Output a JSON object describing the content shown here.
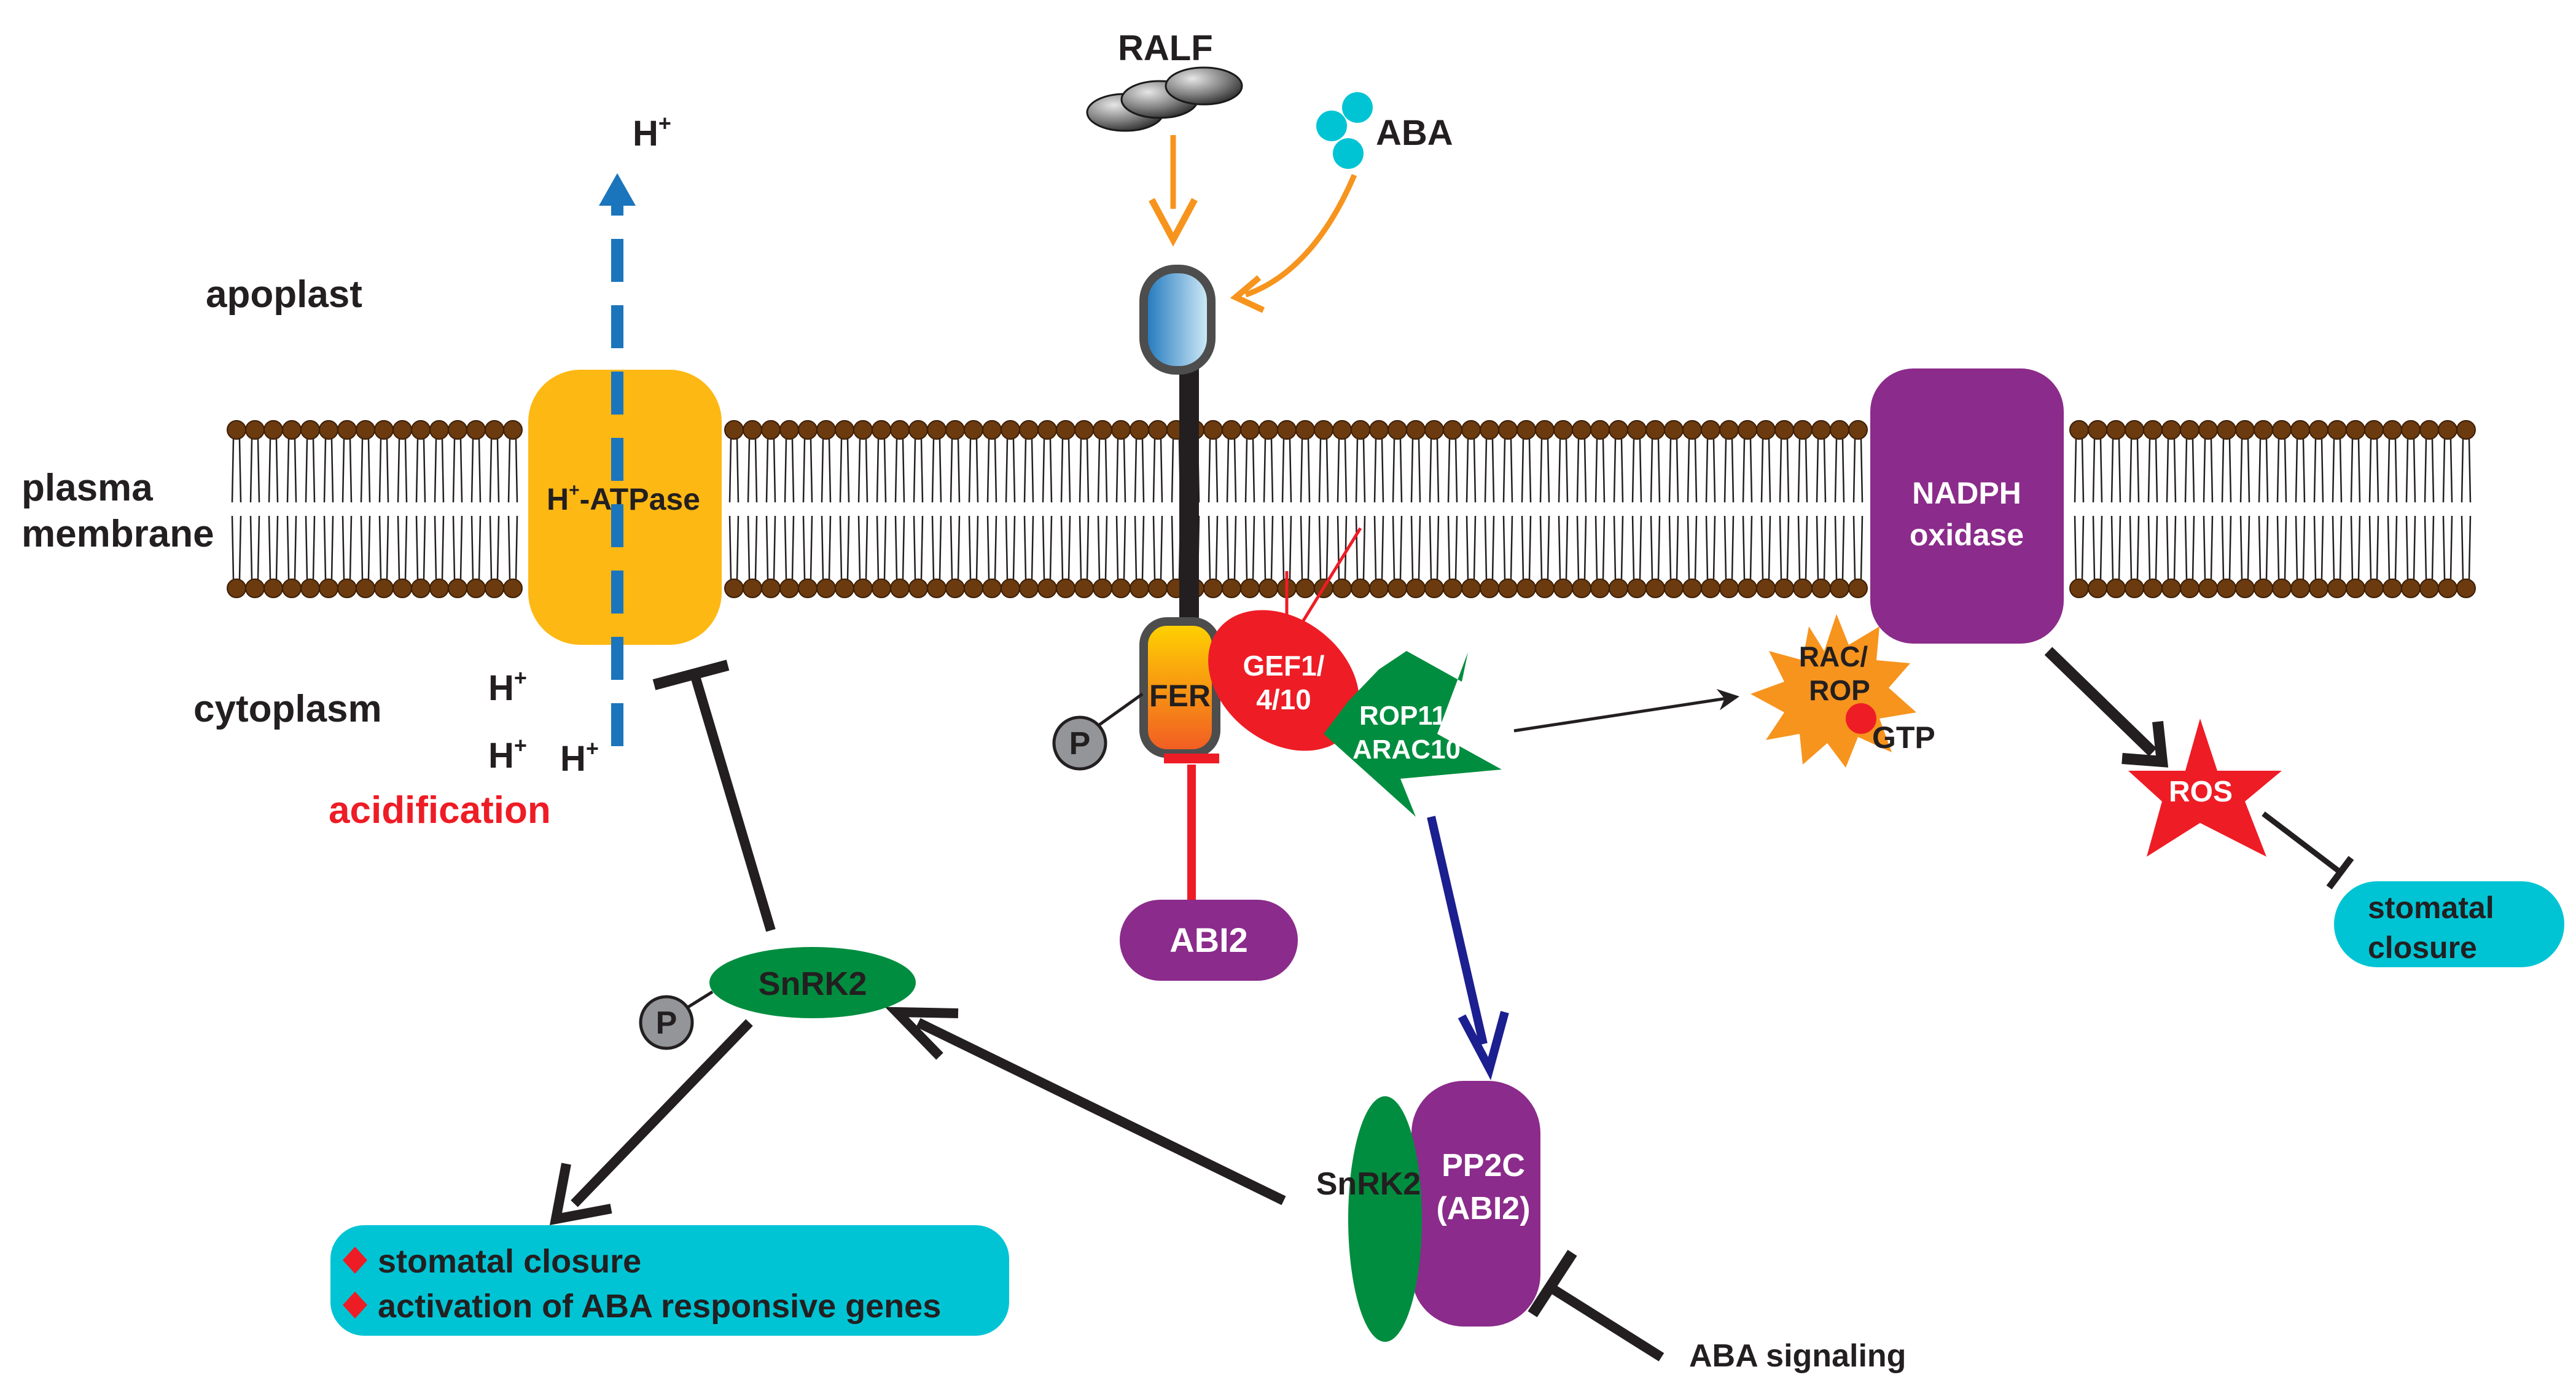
{
  "compartments": {
    "apoplast": "apoplast",
    "plasma_membrane_line1": "plasma",
    "plasma_membrane_line2": "membrane",
    "cytoplasm": "cytoplasm"
  },
  "ligands": {
    "ralf": "RALF",
    "aba": "ABA"
  },
  "proton": {
    "symbol": "H",
    "charge": "+",
    "acidification": "acidification"
  },
  "proteins": {
    "h_atpase_prefix": "H",
    "h_atpase_suffix": "-ATPase",
    "fer": "FER",
    "gef_line1": "GEF1/",
    "gef_line2": "4/10",
    "rop11_line1": "ROP11/",
    "rop11_line2": "ARAC10",
    "rac_line1": "RAC/",
    "rac_line2": "ROP",
    "gtp": "GTP",
    "nadph_line1": "NADPH",
    "nadph_line2": "oxidase",
    "ros": "ROS",
    "abi2": "ABI2",
    "snrk2": "SnRK2",
    "snrk2_complex": "SnRK2",
    "pp2c_line1": "PP2C",
    "pp2c_line2": "(ABI2)",
    "phospho": "P"
  },
  "outcomes": {
    "stomatal_closure_line1": "stomatal",
    "stomatal_closure_line2": "closure",
    "bullets": [
      "stomatal closure",
      "activation of ABA responsive genes"
    ]
  },
  "signals": {
    "aba_signaling": "ABA signaling"
  },
  "colors": {
    "membrane_head": "#6b3a0f",
    "membrane_tail": "#231f20",
    "h_atpase": "#fdb813",
    "purple": "#8b2b8b",
    "green": "#008d3f",
    "red": "#ee1c25",
    "cyan": "#00c4d4",
    "orange": "#f7941d",
    "blue_dash": "#1b75bc",
    "navy": "#1c1f8f",
    "acidification_text": "#ee1c25"
  }
}
